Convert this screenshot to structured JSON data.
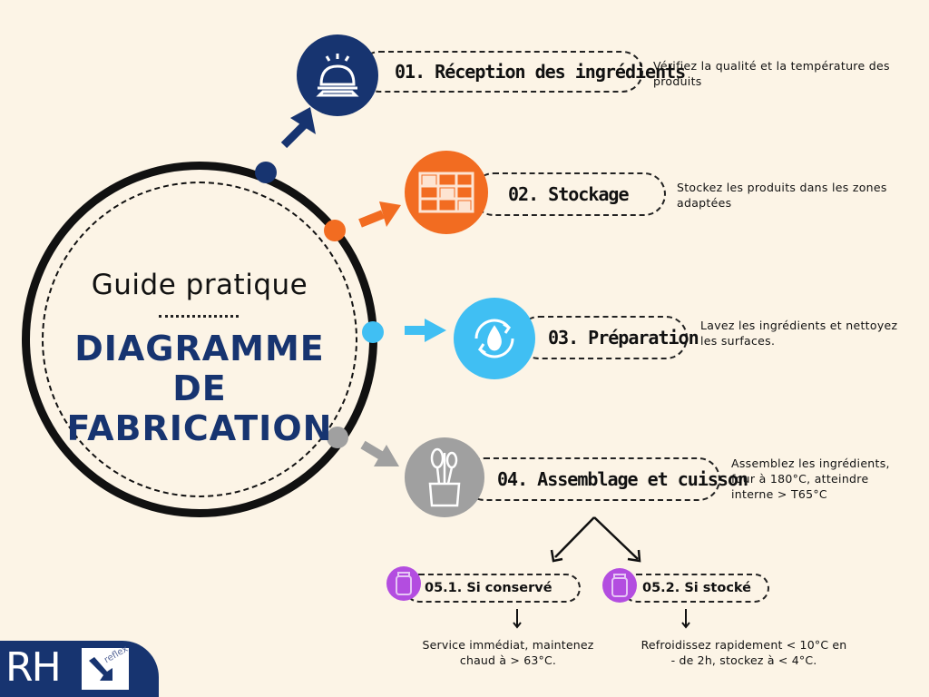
{
  "guide": {
    "subtitle": "Guide pratique",
    "title_line1": "DIAGRAMME DE",
    "title_line2": "FABRICATION"
  },
  "steps": [
    {
      "label": "01. Réception des ingrédients",
      "description_line1": "Vérifiez la qualité et la température des",
      "description_line2": "produits",
      "icon": "service-bell-icon",
      "color": "#173470"
    },
    {
      "label": "02. Stockage",
      "description_line1": "Stockez les produits dans les zones",
      "description_line2": "adaptées",
      "icon": "storage-shelves-icon",
      "color": "#f26c21"
    },
    {
      "label": "03. Préparation",
      "description_line1": "Lavez les ingrédients et nettoyez",
      "description_line2": "les surfaces.",
      "icon": "water-drop-cycle-icon",
      "color": "#40bff3"
    },
    {
      "label": "04. Assemblage et cuisson",
      "description_line1": "Assemblez les ingrédients,",
      "description_line2": "four à 180°C, atteindre",
      "description_line3": "interne > T65°C",
      "icon": "kitchen-utensils-icon",
      "color": "#a0a0a0"
    }
  ],
  "branches": [
    {
      "label": "05.1. Si conservé",
      "description_line1": "Service immédiat, maintenez",
      "description_line2": "chaud à > 63°C.",
      "icon": "jar-icon",
      "color": "#b34de0"
    },
    {
      "label": "05.2. Si stocké",
      "description_line1": "Refroidissez rapidement < 10°C en",
      "description_line2": "- de 2h, stockez à < 4°C.",
      "icon": "jar-icon",
      "color": "#b34de0"
    }
  ],
  "logo": {
    "letters": "RH",
    "tag": "reflex",
    "color": "#173470"
  }
}
